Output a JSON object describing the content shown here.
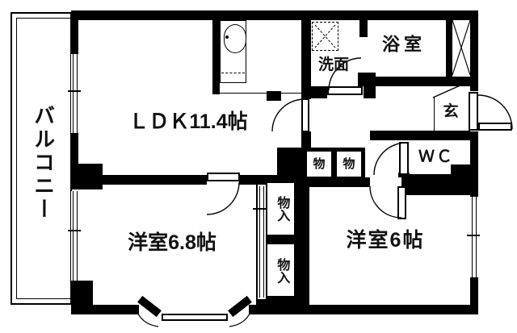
{
  "title": "apartment-floor-plan",
  "colors": {
    "wall": "#000000",
    "background": "#ffffff",
    "text": "#111111"
  },
  "rooms": {
    "balcony": {
      "label": "バルコニー"
    },
    "ldk": {
      "label": "ＬＤＫ11.4帖"
    },
    "washroom": {
      "label": "洗面"
    },
    "bath": {
      "label": "浴室"
    },
    "entrance": {
      "label": "玄"
    },
    "wc": {
      "label": "ＷＣ"
    },
    "bedroom1": {
      "label": "洋室6.8帖"
    },
    "bedroom2": {
      "label": "洋室6帖"
    },
    "storage_a": {
      "label": "物"
    },
    "storage_b": {
      "label": "物"
    },
    "closet_a": {
      "label": "物入"
    },
    "closet_b": {
      "label": "物入"
    }
  }
}
